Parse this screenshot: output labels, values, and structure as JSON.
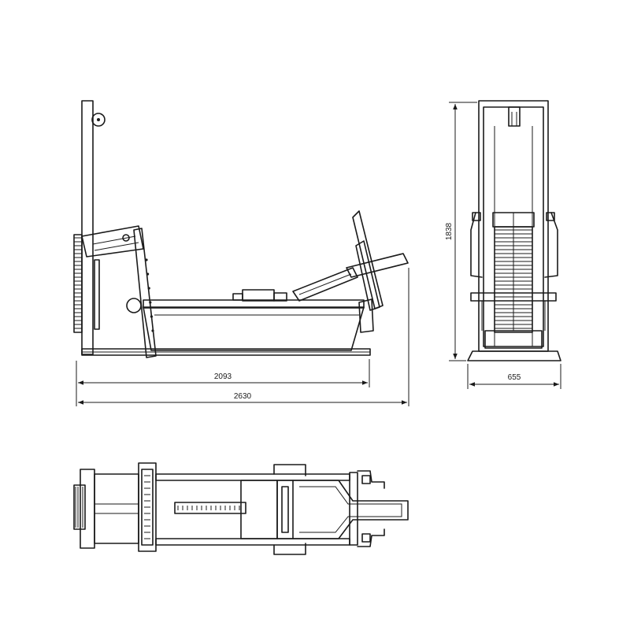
{
  "side_view": {
    "inner_length": "2093",
    "total_length": "2630"
  },
  "front_view": {
    "height": "1838",
    "width": "655"
  },
  "top_view": {}
}
